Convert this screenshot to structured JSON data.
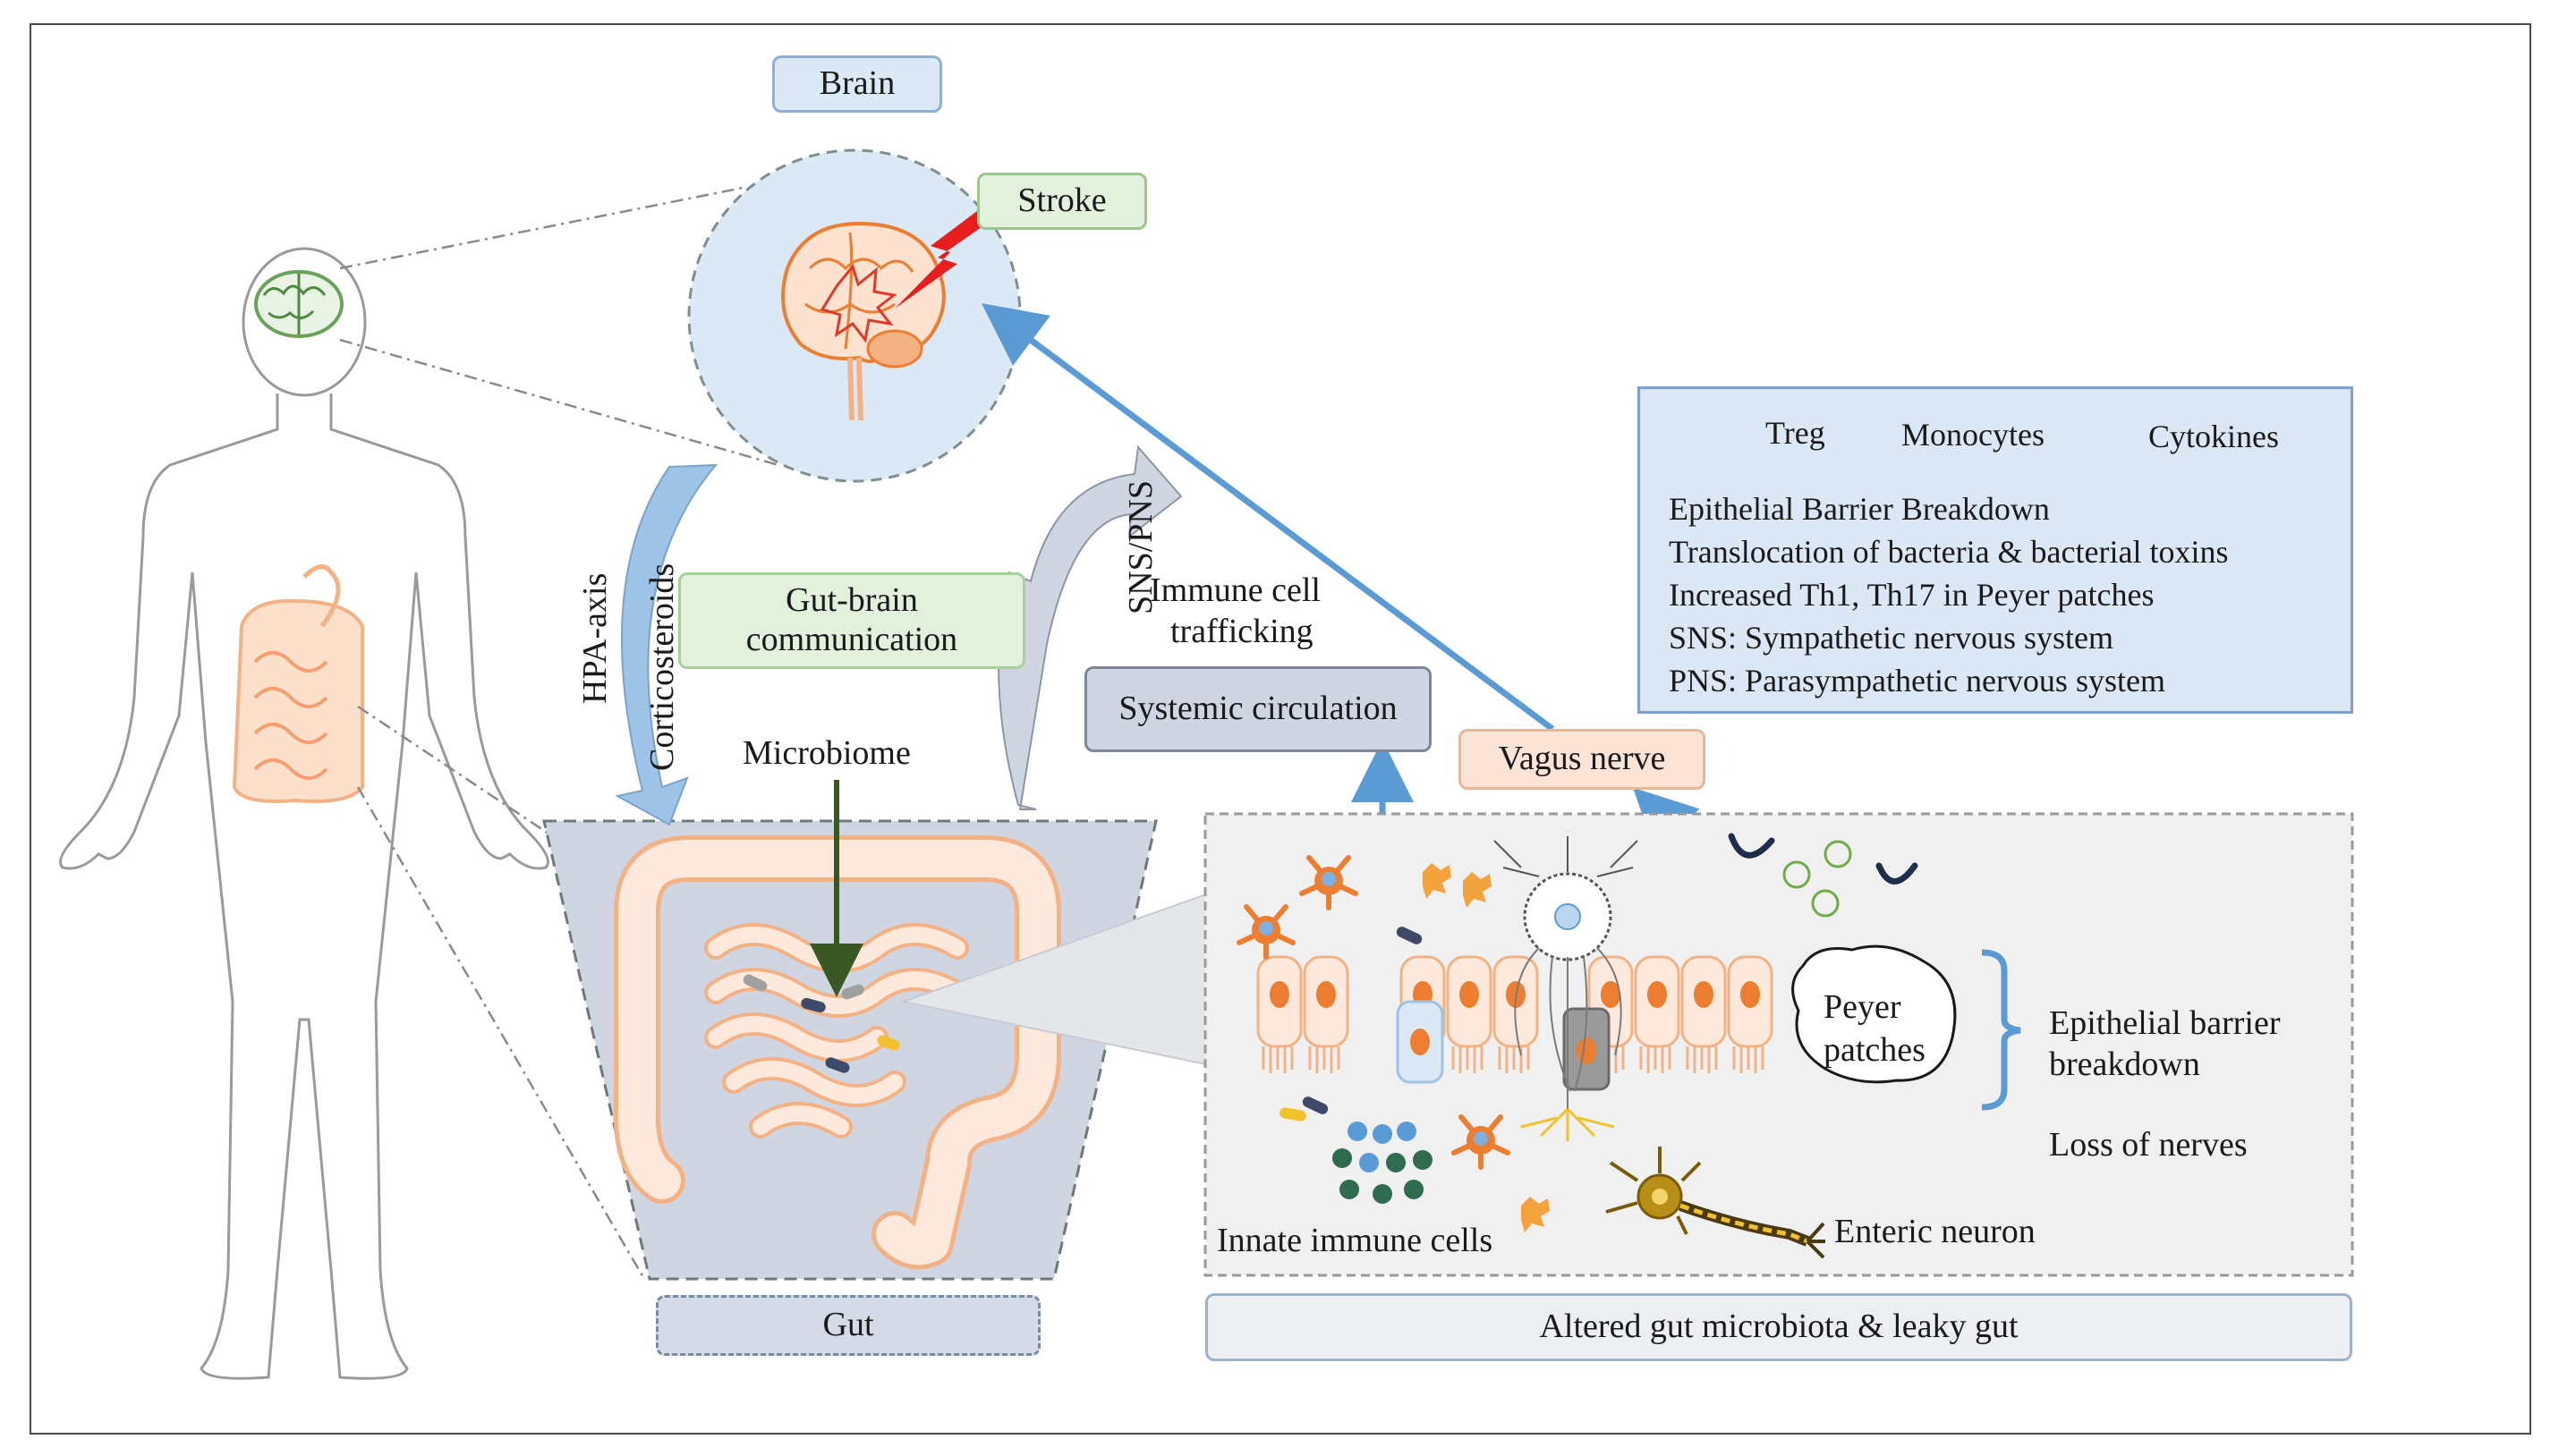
{
  "labels": {
    "brain": "Brain",
    "stroke": "Stroke",
    "gut_brain": "Gut-brain communication",
    "systemic": "Systemic circulation",
    "vagus": "Vagus nerve",
    "gut": "Gut",
    "altered": "Altered gut microbiota & leaky gut",
    "hpa_axis": "HPA-axis",
    "corticosteroids": "Corticosteroids",
    "sns_pns": "SNS/PNS",
    "immune_trafficking_1": "Immune cell",
    "immune_trafficking_2": "trafficking",
    "microbiome": "Microbiome",
    "peyer_1": "Peyer",
    "peyer_2": "patches",
    "epithelial_1": "Epithelial  barrier",
    "epithelial_2": "breakdown",
    "loss_nerves": "Loss of nerves",
    "enteric_neuron": "Enteric neuron",
    "innate_cells": "Innate immune  cells"
  },
  "legend": {
    "icons": {
      "treg": "Treg",
      "monocytes": "Monocytes",
      "cytokines": "Cytokines"
    },
    "lines": [
      "Epithelial  Barrier  Breakdown",
      "Translocation of bacteria & bacterial toxins",
      "Increased Th1, Th17 in Peyer patches",
      "SNS: Sympathetic nervous system",
      "PNS: Parasympathetic nervous system"
    ]
  },
  "colors": {
    "arrow_blue": "#5b9bd5",
    "arrow_green": "#385723",
    "gut_orange": "#f4b183",
    "brain_red": "#e0392b",
    "treg_orange": "#ed7d31"
  }
}
